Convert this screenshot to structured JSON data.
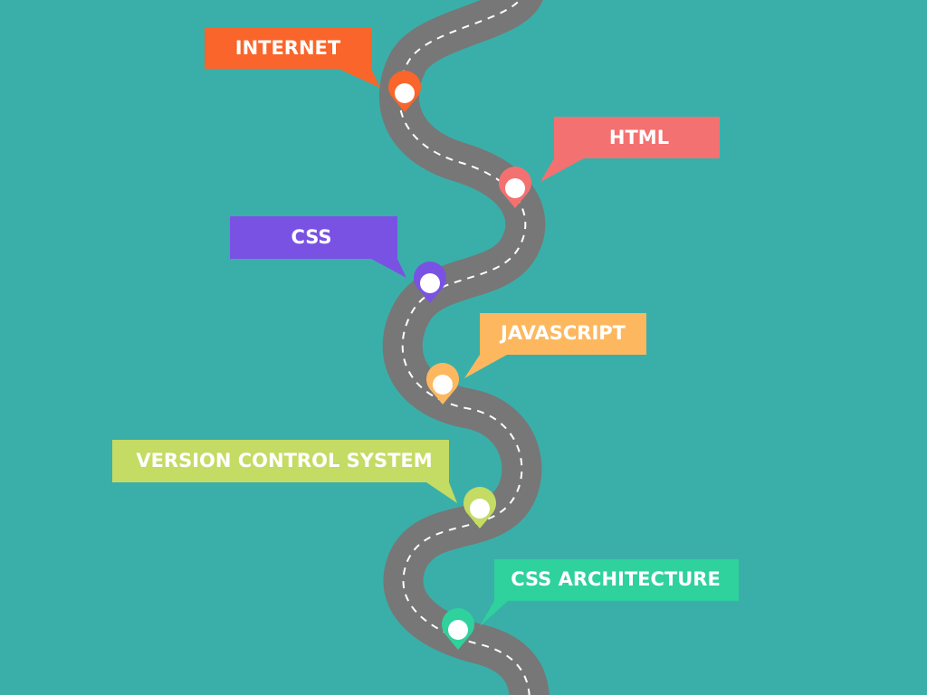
{
  "roadmap": {
    "background": "#3aafa9",
    "road_color": "#777777",
    "dash_color": "#ffffff",
    "milestones": [
      {
        "label": "INTERNET",
        "color": "#f9652a",
        "pin_icon": "map-pin-icon"
      },
      {
        "label": "HTML",
        "color": "#f47171",
        "pin_icon": "map-pin-icon"
      },
      {
        "label": "CSS",
        "color": "#7a52e3",
        "pin_icon": "map-pin-icon"
      },
      {
        "label": "JAVASCRIPT",
        "color": "#fdb85f",
        "pin_icon": "map-pin-icon"
      },
      {
        "label": "VERSION CONTROL SYSTEM",
        "color": "#c4db64",
        "pin_icon": "map-pin-icon"
      },
      {
        "label": "CSS ARCHITECTURE",
        "color": "#2fd19c",
        "pin_icon": "map-pin-icon"
      }
    ]
  }
}
